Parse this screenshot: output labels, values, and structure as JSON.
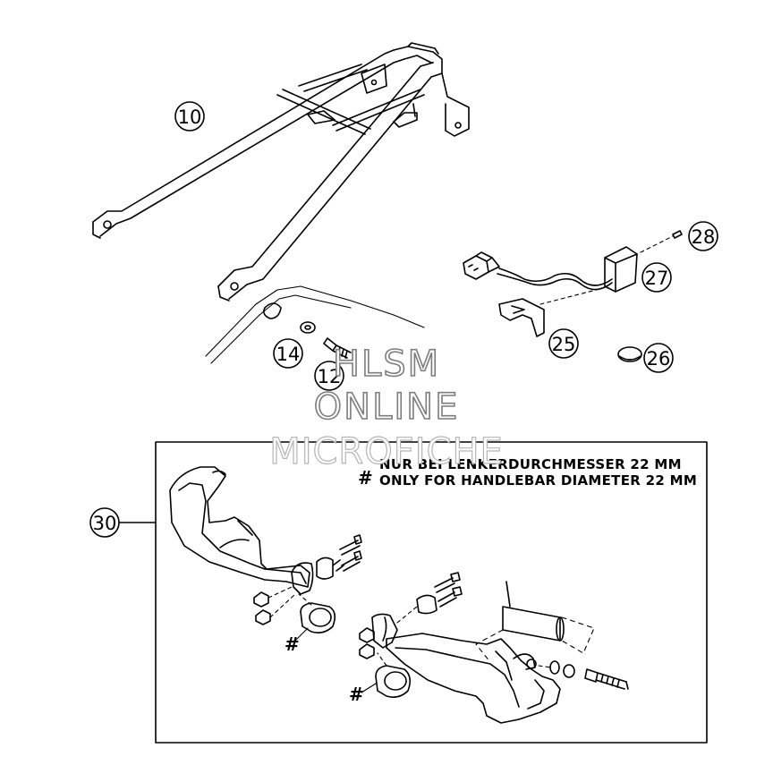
{
  "callouts": {
    "c10": "10",
    "c12": "12",
    "c14": "14",
    "c25": "25",
    "c26": "26",
    "c27": "27",
    "c28": "28",
    "c30": "30"
  },
  "notes": {
    "german": "NUR BEI LENKERDURCHMESSER 22 MM",
    "english": "ONLY FOR HANDLEBAR DIAMETER 22 MM",
    "hash": "#"
  },
  "watermark": {
    "line1": "HLSM",
    "line2": "ONLINE",
    "line3": "MICROFICHE"
  }
}
